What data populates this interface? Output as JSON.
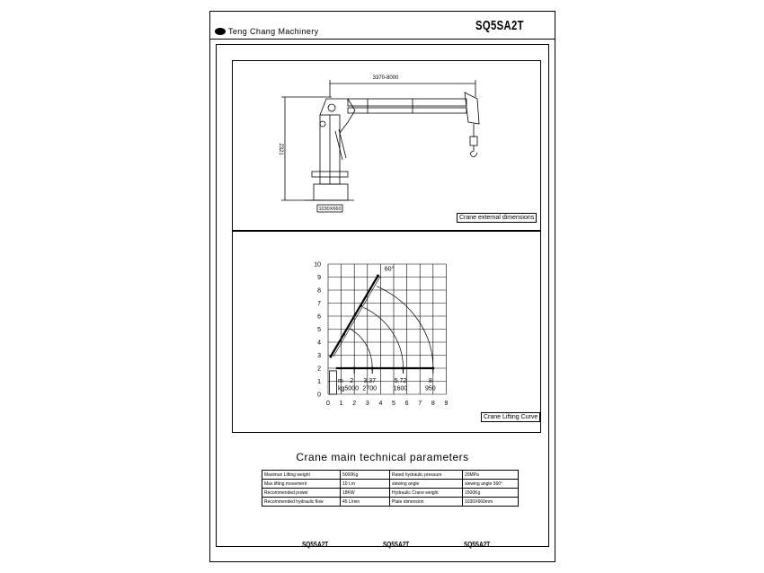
{
  "header": {
    "brand": "Teng Chang Machinery",
    "model": "SQ5SA2T"
  },
  "dimensions_panel": {
    "caption": "Crane external dimensions",
    "width_label": "3370-8000",
    "height_label": "2321",
    "base_label": "1030X660"
  },
  "curve_panel": {
    "caption": "Crane Lifting Curve",
    "angle_label": "60°",
    "unit_m": "m",
    "unit_kg": "kg"
  },
  "chart_data": {
    "type": "line",
    "title": "Crane Lifting Curve",
    "x_ticks": [
      "0",
      "1",
      "2",
      "3",
      "4",
      "5",
      "6",
      "7",
      "8",
      "9"
    ],
    "y_ticks": [
      "0",
      "1",
      "2",
      "3",
      "4",
      "5",
      "6",
      "7",
      "8",
      "9",
      "10"
    ],
    "xlim": [
      0,
      9
    ],
    "ylim": [
      0,
      10
    ],
    "grid": true,
    "radius_m": [
      "2",
      "3.37",
      "5.72",
      "8"
    ],
    "load_kg": [
      "5000",
      "2700",
      "1600",
      "950"
    ],
    "boom_points_m": [
      {
        "x": 0.2,
        "y": 2.9
      },
      {
        "x": 1.2,
        "y": 4.6
      },
      {
        "x": 2.5,
        "y": 6.8
      },
      {
        "x": 3.8,
        "y": 9.1
      }
    ],
    "reach_points_m": [
      {
        "x": 2.0,
        "y": 2.0
      },
      {
        "x": 3.37,
        "y": 2.0
      },
      {
        "x": 5.72,
        "y": 2.0
      },
      {
        "x": 8.0,
        "y": 2.0
      }
    ]
  },
  "params": {
    "title": "Crane main technical parameters",
    "rows": [
      [
        "Maximun  Lifting  weight",
        "5000Kg",
        "Rated hydraulic pressure",
        "20MPa"
      ],
      [
        "Max lifting  movement",
        "10 t.m",
        "slewing angle",
        "slewing angle 360°"
      ],
      [
        "Recommended power",
        "18KW",
        "Hydraulic Crane weight",
        "1500Kg"
      ],
      [
        "Recommended hydraulic flow",
        "45  L/min",
        "Plate dimension",
        "1030X660mm"
      ]
    ]
  },
  "footer": {
    "models": [
      "SQ5SA2T",
      "SQ5SA2T",
      "SQ5SA2T"
    ]
  }
}
